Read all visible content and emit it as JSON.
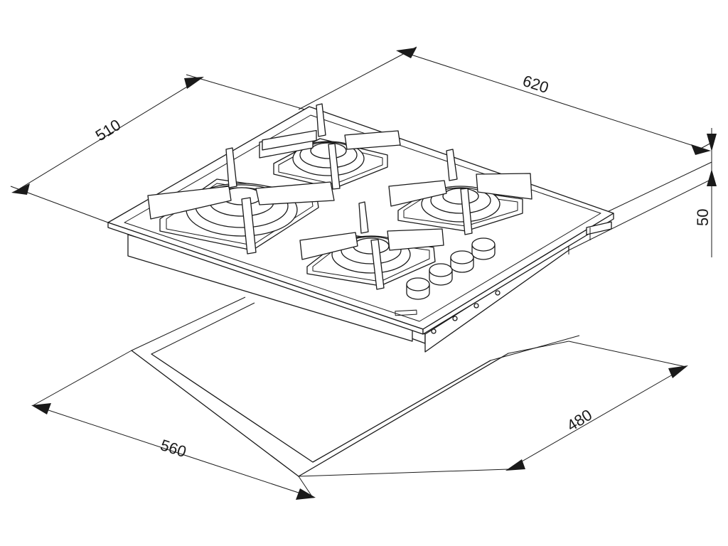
{
  "diagram": {
    "dimensions": {
      "width_top": "620",
      "depth_top": "510",
      "height": "50",
      "cutout_width": "560",
      "cutout_depth": "480"
    },
    "burner_count": 4,
    "knob_count": 4
  }
}
